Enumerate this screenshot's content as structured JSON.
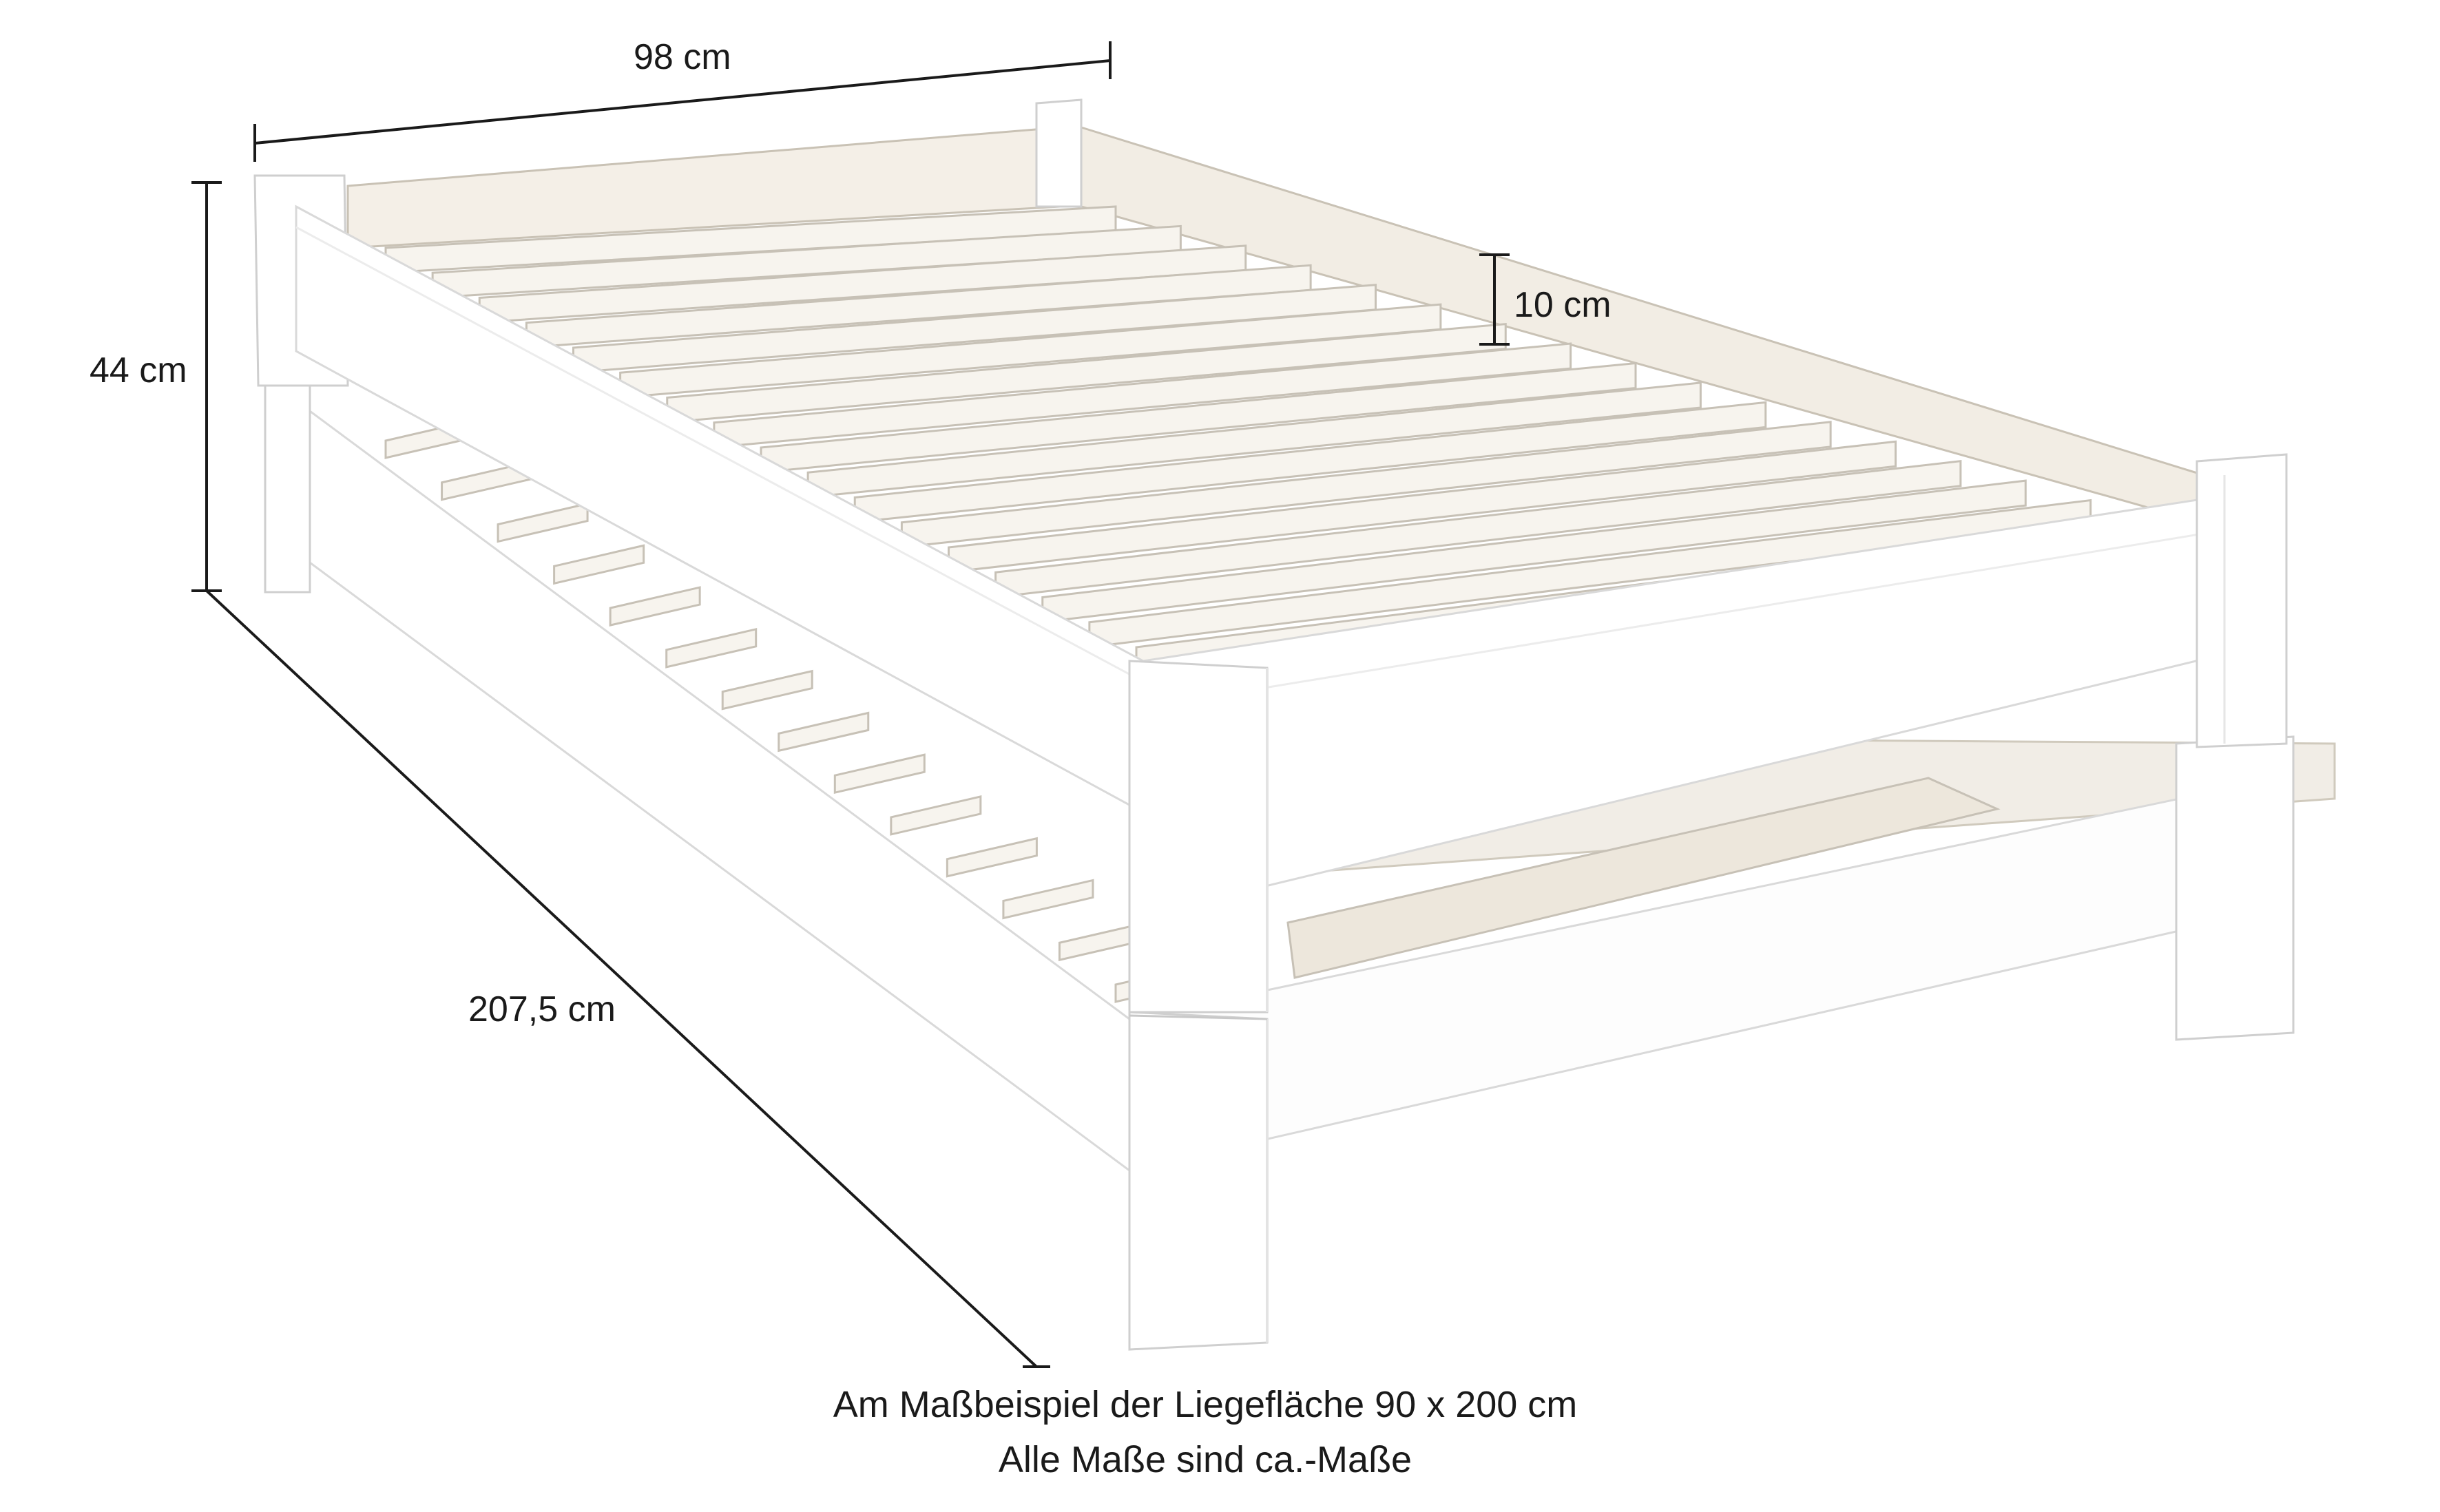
{
  "dimensions": {
    "width": "98 cm",
    "height": "44 cm",
    "length": "207,5 cm",
    "slat_height": "10 cm"
  },
  "caption": {
    "line1": "Am Maßbeispiel der Liegefläche 90 x 200 cm",
    "line2": "Alle Maße sind ca.-Maße"
  },
  "colors": {
    "frame": "#ffffff",
    "frame_outline": "#d9d9d9",
    "shadow": "#e4e4e4",
    "slat": "#f7f4ee",
    "slat_edge": "#c7c1b6",
    "wood_grain": "#d8d0c2",
    "dimension_line": "#1a1a1a"
  }
}
